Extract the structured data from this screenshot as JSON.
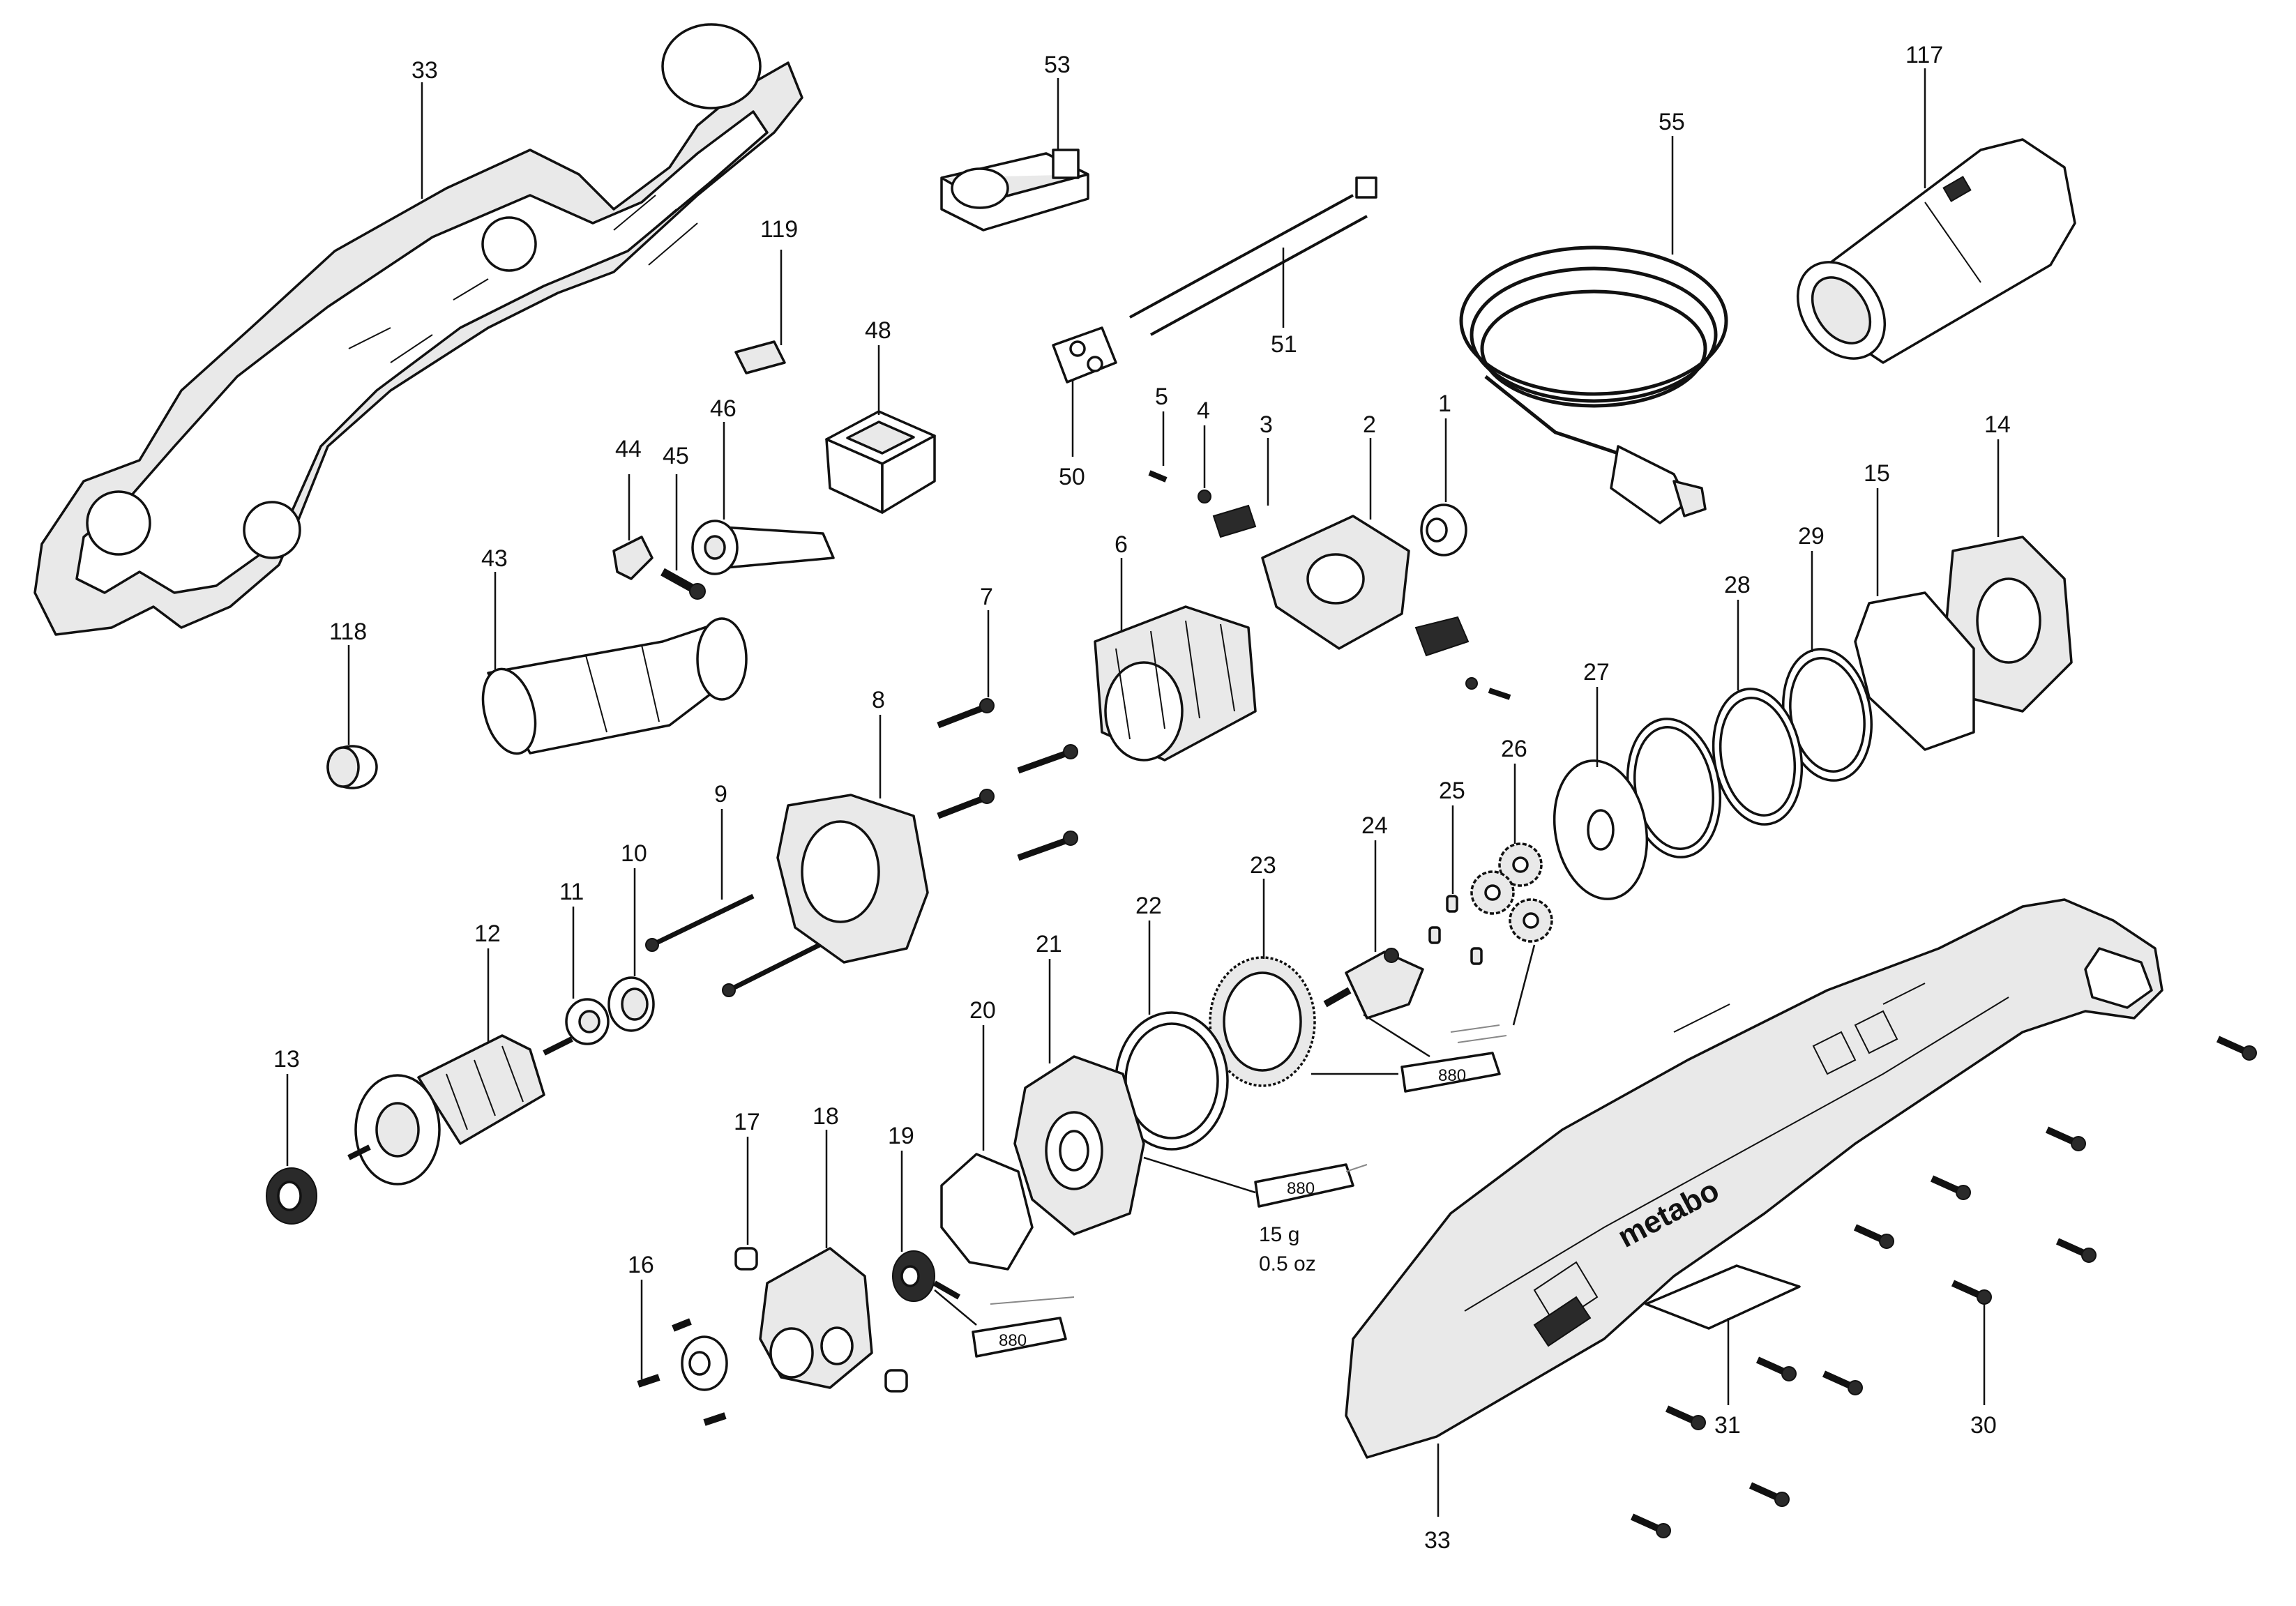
{
  "labels": {
    "p1": "1",
    "p2": "2",
    "p3": "3",
    "p4": "4",
    "p5": "5",
    "p6": "6",
    "p7": "7",
    "p8": "8",
    "p9": "9",
    "p10": "10",
    "p11": "11",
    "p12": "12",
    "p13": "13",
    "p14": "14",
    "p15": "15",
    "p16": "16",
    "p17": "17",
    "p18": "18",
    "p19": "19",
    "p20": "20",
    "p21": "21",
    "p22": "22",
    "p23": "23",
    "p24": "24",
    "p25": "25",
    "p26": "26",
    "p27": "27",
    "p28": "28",
    "p29": "29",
    "p30": "30",
    "p31": "31",
    "p33a": "33",
    "p33b": "33",
    "p43": "43",
    "p44": "44",
    "p45": "45",
    "p46": "46",
    "p48": "48",
    "p50": "50",
    "p51": "51",
    "p53": "53",
    "p55": "55",
    "p117": "117",
    "p118": "118",
    "p119": "119"
  },
  "grease": {
    "tube_code": "880",
    "amount_g": "15 g",
    "amount_oz": "0.5 oz"
  },
  "brand": {
    "logo_text": "metabo"
  }
}
